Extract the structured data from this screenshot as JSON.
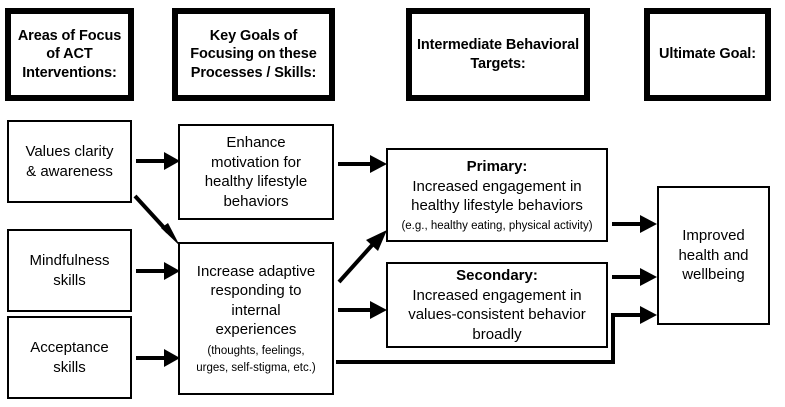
{
  "figure": {
    "title": "ACT intervention logic model",
    "background": "#ffffff",
    "stroke_color": "#000000"
  },
  "headers": [
    {
      "id": "areas-of-focus",
      "lines": [
        "Areas of",
        "Focus of ACT",
        "Interventions:"
      ]
    },
    {
      "id": "key-goals",
      "lines": [
        "Key Goals of",
        "Focusing on these",
        "Processes / Skills:"
      ]
    },
    {
      "id": "intermediate",
      "lines": [
        "Intermediate",
        "Behavioral Targets:"
      ]
    },
    {
      "id": "ultimate-goal",
      "lines": [
        "Ultimate",
        "Goal:"
      ]
    }
  ],
  "columns": {
    "focus_areas": [
      {
        "id": "values-clarity",
        "lines": [
          "Values clarity",
          "& awareness"
        ]
      },
      {
        "id": "mindfulness",
        "lines": [
          "Mindfulness",
          "skills"
        ]
      },
      {
        "id": "acceptance",
        "lines": [
          "Acceptance",
          "skills"
        ]
      }
    ],
    "key_goals": [
      {
        "id": "enhance-motivation",
        "lines": [
          "Enhance",
          "motivation for",
          "healthy lifestyle",
          "behaviors"
        ]
      },
      {
        "id": "increase-adaptive",
        "lines": [
          "Increase adaptive",
          "responding to",
          "internal",
          "experiences"
        ],
        "small_lines": [
          "(thoughts, feelings,",
          "urges, self-stigma, etc.)"
        ]
      }
    ],
    "behavioral_targets": [
      {
        "id": "primary-target",
        "heading": "Primary:",
        "lines": [
          "Increased engagement in",
          "healthy lifestyle behaviors"
        ],
        "small_lines": [
          "(e.g., healthy eating, physical activity)"
        ]
      },
      {
        "id": "secondary-target",
        "heading": "Secondary:",
        "lines": [
          "Increased engagement in",
          "values-consistent behavior",
          "broadly"
        ]
      }
    ],
    "ultimate": [
      {
        "id": "improved-health",
        "lines": [
          "Improved",
          "health and",
          "wellbeing"
        ]
      }
    ]
  },
  "connectors": [
    {
      "id": "values-to-enhance",
      "from": "values-clarity",
      "to": "enhance-motivation",
      "style": "straight"
    },
    {
      "id": "values-to-increase",
      "from": "values-clarity",
      "to": "increase-adaptive",
      "style": "diagonal"
    },
    {
      "id": "mindfulness-to-increase",
      "from": "mindfulness",
      "to": "increase-adaptive",
      "style": "straight"
    },
    {
      "id": "acceptance-to-increase",
      "from": "acceptance",
      "to": "increase-adaptive",
      "style": "straight"
    },
    {
      "id": "enhance-to-primary",
      "from": "enhance-motivation",
      "to": "primary-target",
      "style": "straight"
    },
    {
      "id": "increase-to-primary",
      "from": "increase-adaptive",
      "to": "primary-target",
      "style": "diagonal"
    },
    {
      "id": "increase-to-secondary",
      "from": "increase-adaptive",
      "to": "secondary-target",
      "style": "straight"
    },
    {
      "id": "primary-to-improved",
      "from": "primary-target",
      "to": "improved-health",
      "style": "straight"
    },
    {
      "id": "secondary-to-improved",
      "from": "secondary-target",
      "to": "improved-health",
      "style": "straight"
    },
    {
      "id": "increase-to-improved",
      "from": "increase-adaptive",
      "to": "improved-health",
      "style": "elbow"
    }
  ]
}
